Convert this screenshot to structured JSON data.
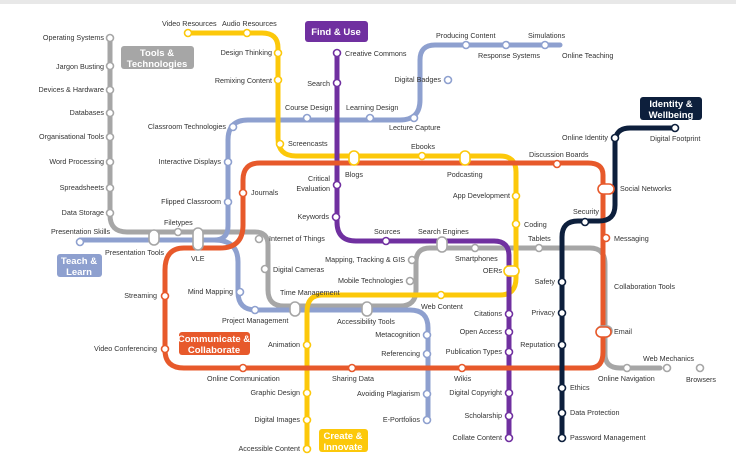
{
  "lines": {
    "tools": {
      "name": "Tools & Technologies",
      "label_lines": [
        "Tools &",
        "Technologies"
      ],
      "color": "#a6a6a6"
    },
    "find": {
      "name": "Find & Use",
      "label_lines": [
        "Find & Use"
      ],
      "color": "#7030a0"
    },
    "identity": {
      "name": "Identity & Wellbeing",
      "label_lines": [
        "Identity &",
        "Wellbeing"
      ],
      "color": "#0d1f3c"
    },
    "teach": {
      "name": "Teach & Learn",
      "label_lines": [
        "Teach &",
        "Learn"
      ],
      "color": "#8ea0cf"
    },
    "communicate": {
      "name": "Communicate & Collaborate",
      "label_lines": [
        "Communicate &",
        "Collaborate"
      ],
      "color": "#e7592b"
    },
    "create": {
      "name": "Create & Innovate",
      "label_lines": [
        "Create &",
        "Innovate"
      ],
      "color": "#fcc80a"
    }
  },
  "stations": {
    "operating_systems": "Operating Systems",
    "jargon_busting": "Jargon Busting",
    "devices_hardware": "Devices & Hardware",
    "databases": "Databases",
    "organisational_tools": "Organisational Tools",
    "word_processing": "Word Processing",
    "spreadsheets": "Spreadsheets",
    "data_storage": "Data Storage",
    "presentation_skills": "Presentation Skills",
    "presentation_tools": "Presentation Tools",
    "filetypes": "Filetypes",
    "vle": "VLE",
    "internet_of_things": "Internet of Things",
    "digital_cameras": "Digital Cameras",
    "time_management": "Time Management",
    "mapping_tracking_gis": "Mapping, Tracking & GIS",
    "mobile_technologies": "Mobile Technologies",
    "smartphones": "Smartphones",
    "tablets": "Tablets",
    "collaboration_tools": "Collaboration Tools",
    "email": "Email",
    "online_navigation": "Online Navigation",
    "web_mechanics": "Web Mechanics",
    "browsers": "Browsers",
    "video_resources": "Video Resources",
    "audio_resources": "Audio Resources",
    "design_thinking": "Design Thinking",
    "remixing_content": "Remixing Content",
    "screencasts": "Screencasts",
    "blogs": "Blogs",
    "ebooks": "Ebooks",
    "podcasting": "Podcasting",
    "app_development": "App Development",
    "coding": "Coding",
    "oers": "OERs",
    "web_content": "Web Content",
    "accessibility_tools": "Accessibility Tools",
    "animation": "Animation",
    "graphic_design": "Graphic Design",
    "digital_images": "Digital Images",
    "accessible_content": "Accessible Content",
    "creative_commons": "Creative Commons",
    "search": "Search",
    "critical_evaluation_1": "Critical",
    "critical_evaluation_2": "Evaluation",
    "keywords": "Keywords",
    "sources": "Sources",
    "search_engines": "Search Engines",
    "citations": "Citations",
    "open_access": "Open Access",
    "publication_types": "Publication Types",
    "digital_copyright": "Digital Copyright",
    "scholarship": "Scholarship",
    "collate_content": "Collate Content",
    "classroom_technologies": "Classroom Technologies",
    "interactive_displays": "Interactive Displays",
    "flipped_classroom": "Flipped Classroom",
    "mind_mapping": "Mind Mapping",
    "project_management": "Project Management",
    "metacognition": "Metacognition",
    "referencing": "Referencing",
    "avoiding_plagiarism": "Avoiding Plagiarism",
    "e_portfolios": "E-Portfolios",
    "course_design": "Course Design",
    "learning_design": "Learning Design",
    "lecture_capture": "Lecture Capture",
    "digital_badges": "Digital Badges",
    "producing_content": "Producing Content",
    "response_systems": "Response Systems",
    "simulations": "Simulations",
    "online_teaching": "Online Teaching",
    "journals": "Journals",
    "streaming": "Streaming",
    "video_conferencing": "Video Conferencing",
    "online_communication": "Online Communication",
    "sharing_data": "Sharing Data",
    "wikis": "Wikis",
    "discussion_boards": "Discussion Boards",
    "social_networks": "Social Networks",
    "messaging": "Messaging",
    "online_identity": "Online Identity",
    "digital_footprint": "Digital Footprint",
    "security": "Security",
    "safety": "Safety",
    "privacy": "Privacy",
    "reputation": "Reputation",
    "ethics": "Ethics",
    "data_protection": "Data Protection",
    "password_management": "Password Management"
  }
}
